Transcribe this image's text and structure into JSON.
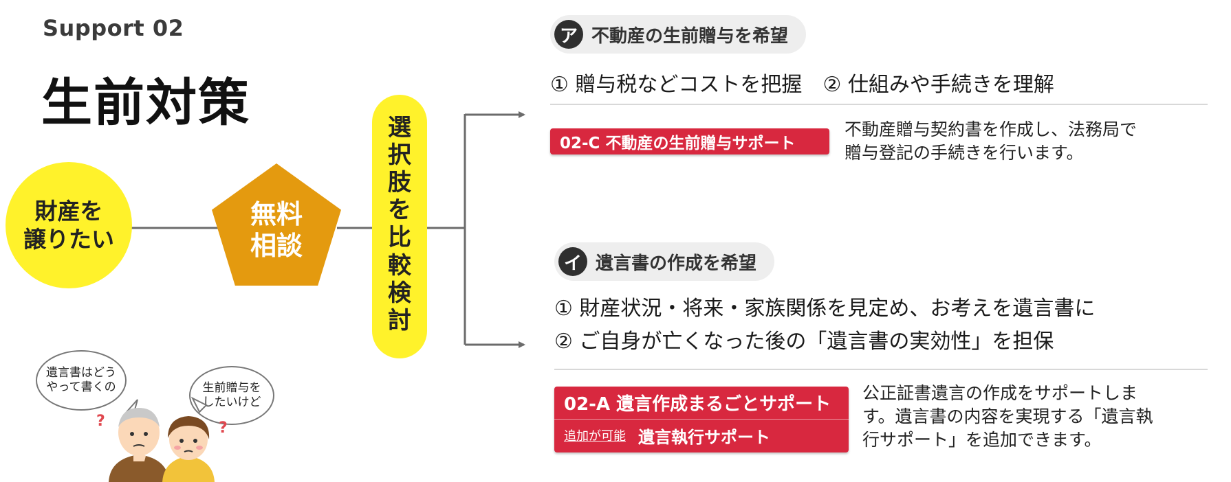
{
  "support_label": "Support 02",
  "title": "生前対策",
  "flow": {
    "start": {
      "line1": "財産を",
      "line2": "譲りたい"
    },
    "consult": {
      "line1": "無料",
      "line2": "相談"
    },
    "compare": [
      "選",
      "択",
      "肢",
      "を",
      "比",
      "較",
      "検",
      "討"
    ]
  },
  "option_a": {
    "badge": "ア",
    "header": "不動産の生前贈与を希望",
    "point1": "① 贈与税などコストを把握",
    "point2": "② 仕組みや手続きを理解",
    "service": "02-C 不動産の生前贈与サポート",
    "desc_line1": "不動産贈与契約書を作成し、法務局で",
    "desc_line2": "贈与登記の手続きを行います。"
  },
  "option_b": {
    "badge": "イ",
    "header": "遺言書の作成を希望",
    "point1": "① 財産状況・将来・家族関係を見定め、お考えを遺言書に",
    "point2": "② ご自身が亡くなった後の「遺言書の実効性」を担保",
    "service": "02-A 遺言作成まるごとサポート",
    "addon_note": "追加が可能",
    "addon": "遺言執行サポート",
    "desc_line1": "公正証書遺言の作成をサポートしま",
    "desc_line2": "す。遺言書の内容を実現する「遺言執",
    "desc_line3": "行サポート」を追加できます。"
  },
  "illustration": {
    "bubble_left": {
      "line1": "遺言書はどう",
      "line2": "やって書くの"
    },
    "bubble_right": {
      "line1": "生前贈与を",
      "line2": "したいけど"
    }
  },
  "colors": {
    "yellow": "#fff22b",
    "orange": "#e49a0f",
    "red": "#d8283f",
    "dark_badge": "#2f2f2f",
    "header_bg": "#eeeeee",
    "connector": "#6b6b6b"
  }
}
